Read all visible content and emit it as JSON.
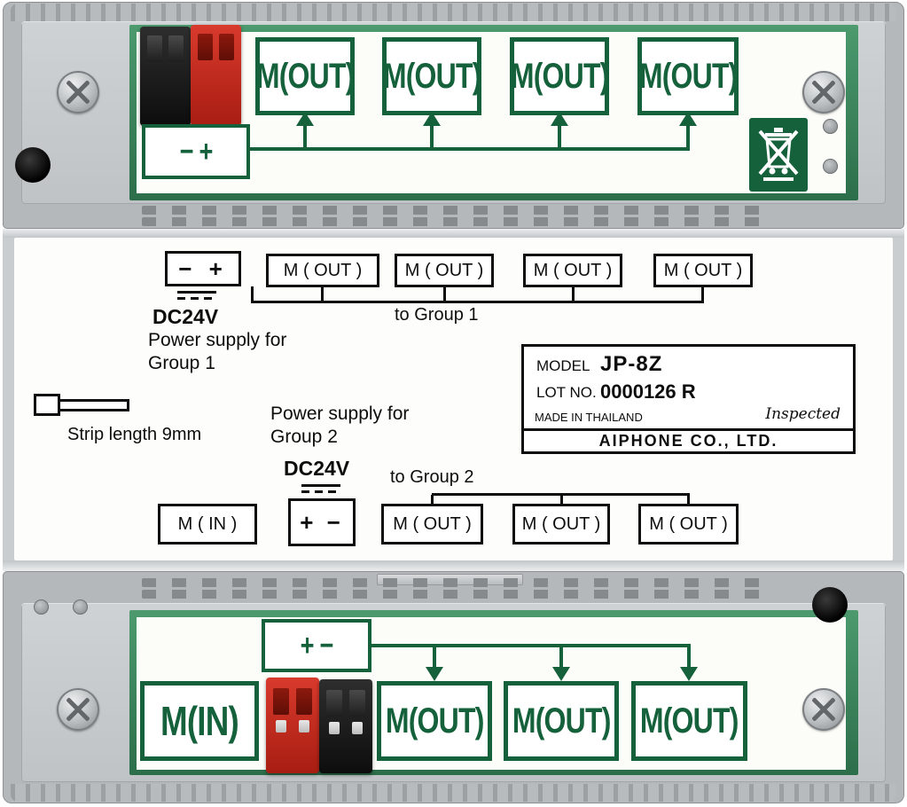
{
  "device": {
    "top": {
      "power_label": "− +",
      "out_labels": [
        "M(OUT)",
        "M(OUT)",
        "M(OUT)",
        "M(OUT)"
      ]
    },
    "label": {
      "group1": {
        "power_box": "− +",
        "voltage": "DC24V",
        "supply_1": "Power supply for",
        "supply_2": "Group 1",
        "to_group": "to Group 1",
        "out_boxes": [
          "M ( OUT )",
          "M ( OUT )",
          "M ( OUT )",
          "M ( OUT )"
        ]
      },
      "strip_note": "Strip length 9mm",
      "group2": {
        "supply_1": "Power supply for",
        "supply_2": "Group 2",
        "voltage": "DC24V",
        "to_group": "to Group 2",
        "in_box": "M ( IN )",
        "power_box": "+ −",
        "out_boxes": [
          "M ( OUT )",
          "M ( OUT )",
          "M ( OUT )"
        ]
      },
      "nameplate": {
        "model_label": "MODEL",
        "model_value": "JP-8Z",
        "lot_label": "LOT NO.",
        "lot_value": "0000126 R",
        "origin": "MADE IN THAILAND",
        "inspected": "Inspected",
        "company": "AIPHONE CO., LTD."
      }
    },
    "bottom": {
      "power_label": "+ −",
      "in_label": "M(IN)",
      "out_labels": [
        "M(OUT)",
        "M(OUT)",
        "M(OUT)"
      ]
    },
    "colors": {
      "pcb_green": "#2e7a52",
      "print_green": "#15613c",
      "connector_red": "#c6271c",
      "connector_black": "#161616",
      "housing_gray": "#b4b8ba"
    }
  }
}
